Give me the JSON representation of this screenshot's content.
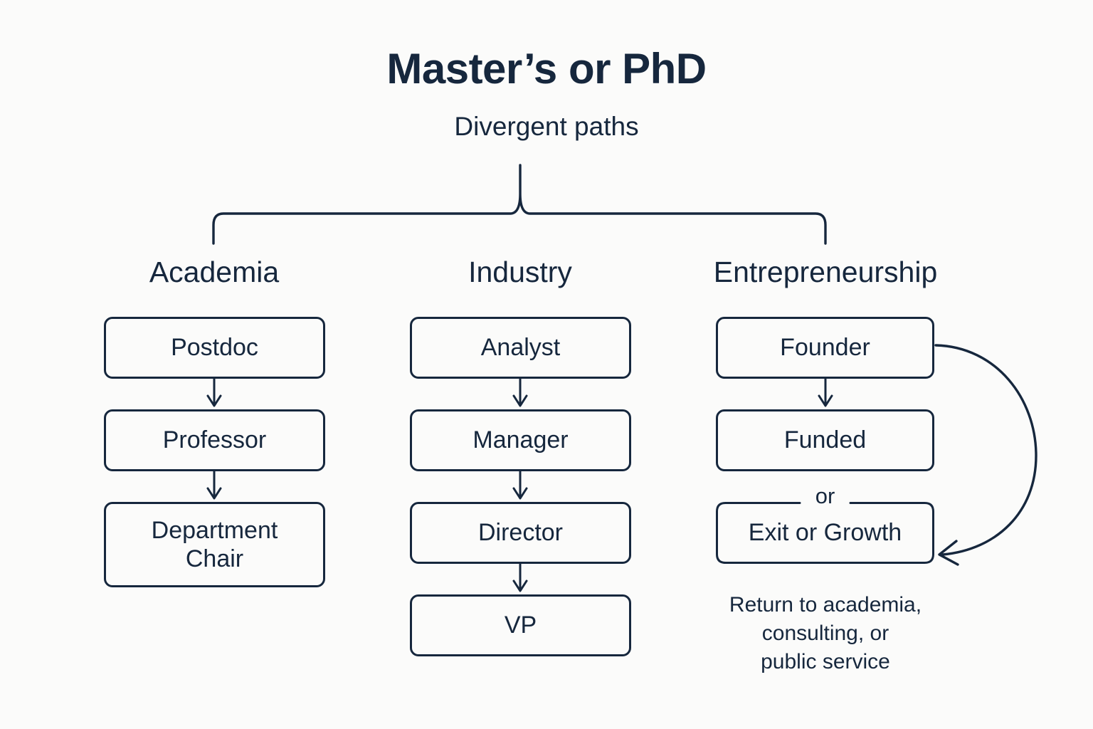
{
  "header": {
    "title": "Master’s or PhD",
    "subtitle": "Divergent paths"
  },
  "colors": {
    "background": "#FBFBFA",
    "ink": "#16273D",
    "stroke": "#16273D"
  },
  "columns": [
    {
      "id": "academia",
      "header": "Academia",
      "nodes": [
        {
          "label": "Postdoc"
        },
        {
          "label": "Professor"
        },
        {
          "label": "Department\nChair"
        }
      ]
    },
    {
      "id": "industry",
      "header": "Industry",
      "nodes": [
        {
          "label": "Analyst"
        },
        {
          "label": "Manager"
        },
        {
          "label": "Director"
        },
        {
          "label": "VP"
        }
      ]
    },
    {
      "id": "entrepreneurship",
      "header": "Entrepreneurship",
      "nodes": [
        {
          "label": "Founder"
        },
        {
          "label": "Funded"
        },
        {
          "label": "Exit or Growth",
          "legend": "or"
        }
      ],
      "caption": "Return to academia,\nconsulting, or\npublic service"
    }
  ],
  "connectors": {
    "brace": "root-splits-into-three-columns",
    "feedback_loop": "Founder → Exit or Growth"
  }
}
